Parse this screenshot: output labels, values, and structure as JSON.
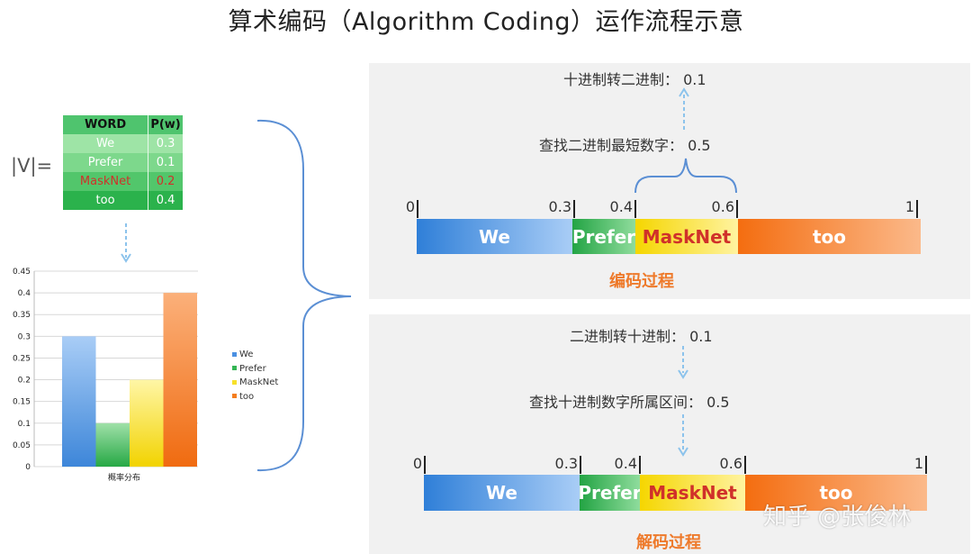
{
  "title": "算术编码（Algorithm Coding）运作流程示意",
  "vocab_label": "|V|=",
  "word_table": {
    "headers": [
      "WORD",
      "P(w)"
    ],
    "rows": [
      {
        "word": "We",
        "p": "0.3"
      },
      {
        "word": "Prefer",
        "p": "0.1"
      },
      {
        "word": "MaskNet",
        "p": "0.2"
      },
      {
        "word": "too",
        "p": "0.4"
      }
    ]
  },
  "chart_data": {
    "type": "bar",
    "categories": [
      "We",
      "Prefer",
      "MaskNet",
      "too"
    ],
    "values": [
      0.3,
      0.1,
      0.2,
      0.4
    ],
    "xlabel": "概率分布",
    "ylim": [
      0,
      0.45
    ],
    "yticks": [
      "0",
      "0.05",
      "0.1",
      "0.15",
      "0.2",
      "0.25",
      "0.3",
      "0.35",
      "0.4",
      "0.45"
    ],
    "legend": [
      "We",
      "Prefer",
      "MaskNet",
      "too"
    ],
    "legend_position": "right",
    "colors": [
      "#4a90e2",
      "#34b554",
      "#f7e02a",
      "#f47d1e"
    ]
  },
  "encode": {
    "step1": "十进制转二进制：  0.1",
    "step2": "查找二进制最短数字：  0.5",
    "ticks": [
      "0",
      "0.3",
      "0.4",
      "0.6",
      "1"
    ],
    "segments": [
      "We",
      "Prefer",
      "MaskNet",
      "too"
    ],
    "label": "编码过程"
  },
  "decode": {
    "step1": "二进制转十进制：  0.1",
    "step2": "查找十进制数字所属区间：  0.5",
    "ticks": [
      "0",
      "0.3",
      "0.4",
      "0.6",
      "1"
    ],
    "segments": [
      "We",
      "Prefer",
      "MaskNet",
      "too"
    ],
    "label": "解码过程"
  },
  "watermark": "知乎 @张俊林"
}
